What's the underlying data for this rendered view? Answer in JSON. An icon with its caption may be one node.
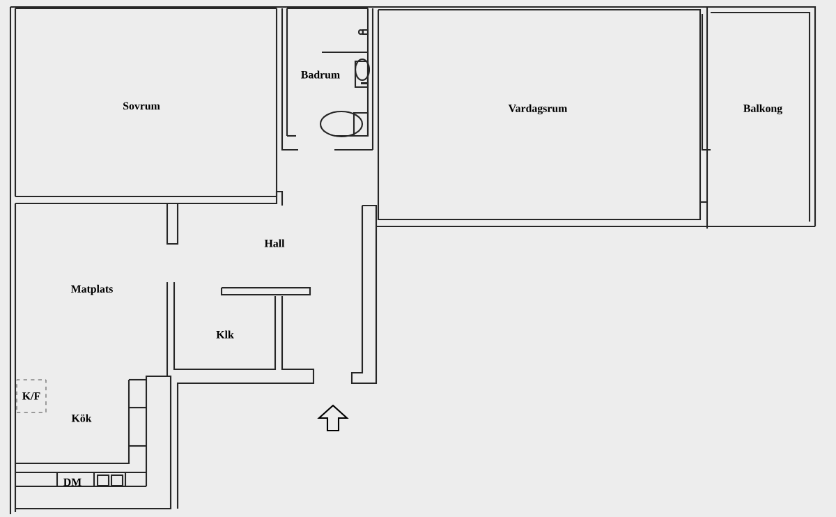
{
  "diagram": {
    "nodes": [
      {
        "text": [
          "K/F"
        ]
      }
    ],
    "labels": [
      "Badrum",
      "Sovrum",
      "Vardagsrum",
      "Balkong",
      "Hall",
      "Matplats",
      "Klk",
      "Kök",
      "DM"
    ]
  }
}
